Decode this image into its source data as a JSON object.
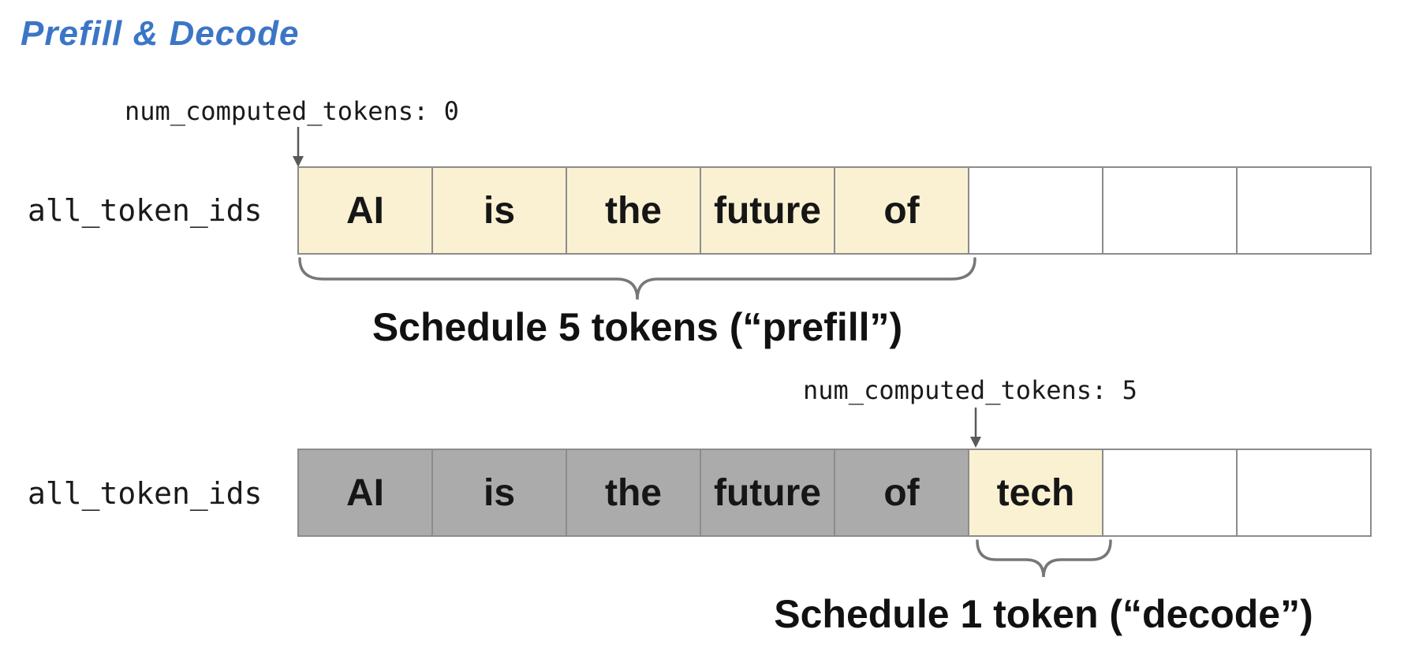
{
  "title": "Prefill & Decode",
  "colors": {
    "title": "#3B76C6",
    "scheduled_bg": "#FAF1D3",
    "computed_bg": "#ABABAB",
    "cell_border": "#8C8C8C",
    "arrow": "#595959",
    "brace": "#777777"
  },
  "prefill": {
    "pointer_label": "num_computed_tokens: 0",
    "row_label": "all_token_ids",
    "cells": [
      {
        "text": "AI",
        "state": "scheduled"
      },
      {
        "text": "is",
        "state": "scheduled"
      },
      {
        "text": "the",
        "state": "scheduled"
      },
      {
        "text": "future",
        "state": "scheduled"
      },
      {
        "text": "of",
        "state": "scheduled"
      },
      {
        "text": "",
        "state": "empty"
      },
      {
        "text": "",
        "state": "empty"
      },
      {
        "text": "",
        "state": "empty"
      }
    ],
    "annotation": "Schedule 5 tokens (“prefill”)"
  },
  "decode": {
    "pointer_label": "num_computed_tokens: 5",
    "row_label": "all_token_ids",
    "cells": [
      {
        "text": "AI",
        "state": "computed"
      },
      {
        "text": "is",
        "state": "computed"
      },
      {
        "text": "the",
        "state": "computed"
      },
      {
        "text": "future",
        "state": "computed"
      },
      {
        "text": "of",
        "state": "computed"
      },
      {
        "text": "tech",
        "state": "scheduled"
      },
      {
        "text": "",
        "state": "empty"
      },
      {
        "text": "",
        "state": "empty"
      }
    ],
    "annotation": "Schedule 1 token (“decode”)"
  }
}
